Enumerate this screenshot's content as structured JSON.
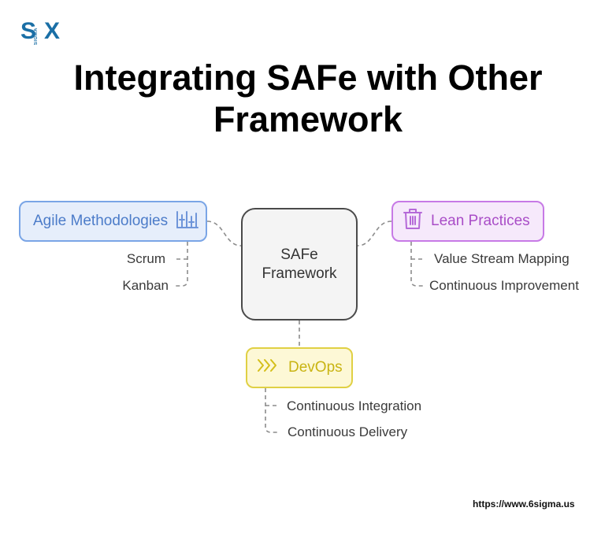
{
  "logo": {
    "letter_s": "S",
    "letter_x": "X",
    "sub": "SIGMA"
  },
  "title": "Integrating SAFe with Other Framework",
  "center": {
    "line1": "SAFe",
    "line2": "Framework"
  },
  "branches": {
    "agile": {
      "label": "Agile Methodologies",
      "icon": "bar-chart-icon",
      "color": "#4c7cc9",
      "items": [
        "Scrum",
        "Kanban"
      ]
    },
    "lean": {
      "label": "Lean Practices",
      "icon": "trash-icon",
      "color": "#a94dc7",
      "items": [
        "Value Stream Mapping",
        "Continuous Improvement"
      ]
    },
    "devops": {
      "label": "DevOps",
      "icon": "chevrons-right-icon",
      "color": "#c9b412",
      "items": [
        "Continuous Integration",
        "Continuous Delivery"
      ]
    }
  },
  "footer": "https://www.6sigma.us"
}
